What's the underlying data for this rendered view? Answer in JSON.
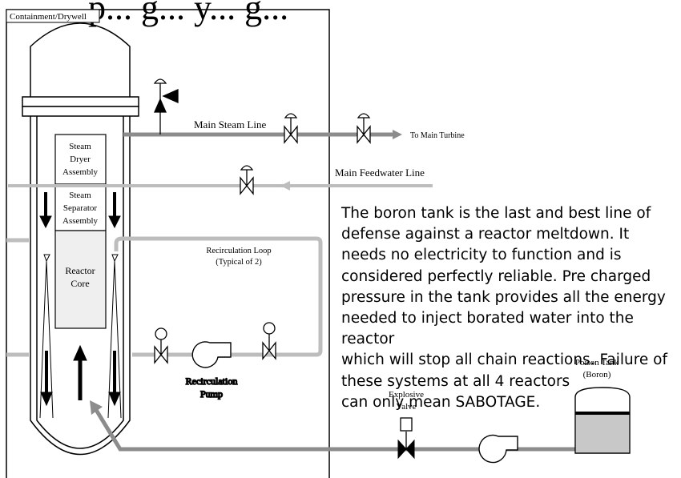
{
  "heading_partial": "p... g... y... g...",
  "labels": {
    "containment": "Containment/Drywell",
    "main_steam_line": "Main Steam Line",
    "to_main_turbine": "To Main Turbine",
    "main_feedwater_line": "Main Feedwater Line",
    "steam_dryer_1": "Steam",
    "steam_dryer_2": "Dryer",
    "steam_dryer_3": "Assembly",
    "steam_sep_1": "Steam",
    "steam_sep_2": "Separator",
    "steam_sep_3": "Assembly",
    "reactor_core_1": "Reactor",
    "reactor_core_2": "Core",
    "recirc_loop_1": "Recirculation Loop",
    "recirc_loop_2": "(Typical of 2)",
    "recirc_pump_1": "Recirculation",
    "recirc_pump_2": "Pump",
    "explosive_valve_1": "Explosive",
    "explosive_valve_2": "Valve",
    "poison_tank_1": "Poison Tank",
    "poison_tank_2": "(Boron)"
  },
  "callout": "The boron tank is the last and best line of\ndefense against a reactor meltdown.  It\nneeds no electricity to function and is\nconsidered perfectly reliable.  Pre charged\npressure in the tank provides all the energy\nneeded to inject borated water into the reactor\nwhich will stop all chain reactions. Failure of\nthese systems at all 4 reactors\ncan only mean SABOTAGE.",
  "colors": {
    "pipe": "#8c8c8c",
    "light_pipe": "#bdbdbd",
    "core_fill": "#efefef",
    "tank_fill": "#c8c8c8",
    "line": "#000000"
  }
}
